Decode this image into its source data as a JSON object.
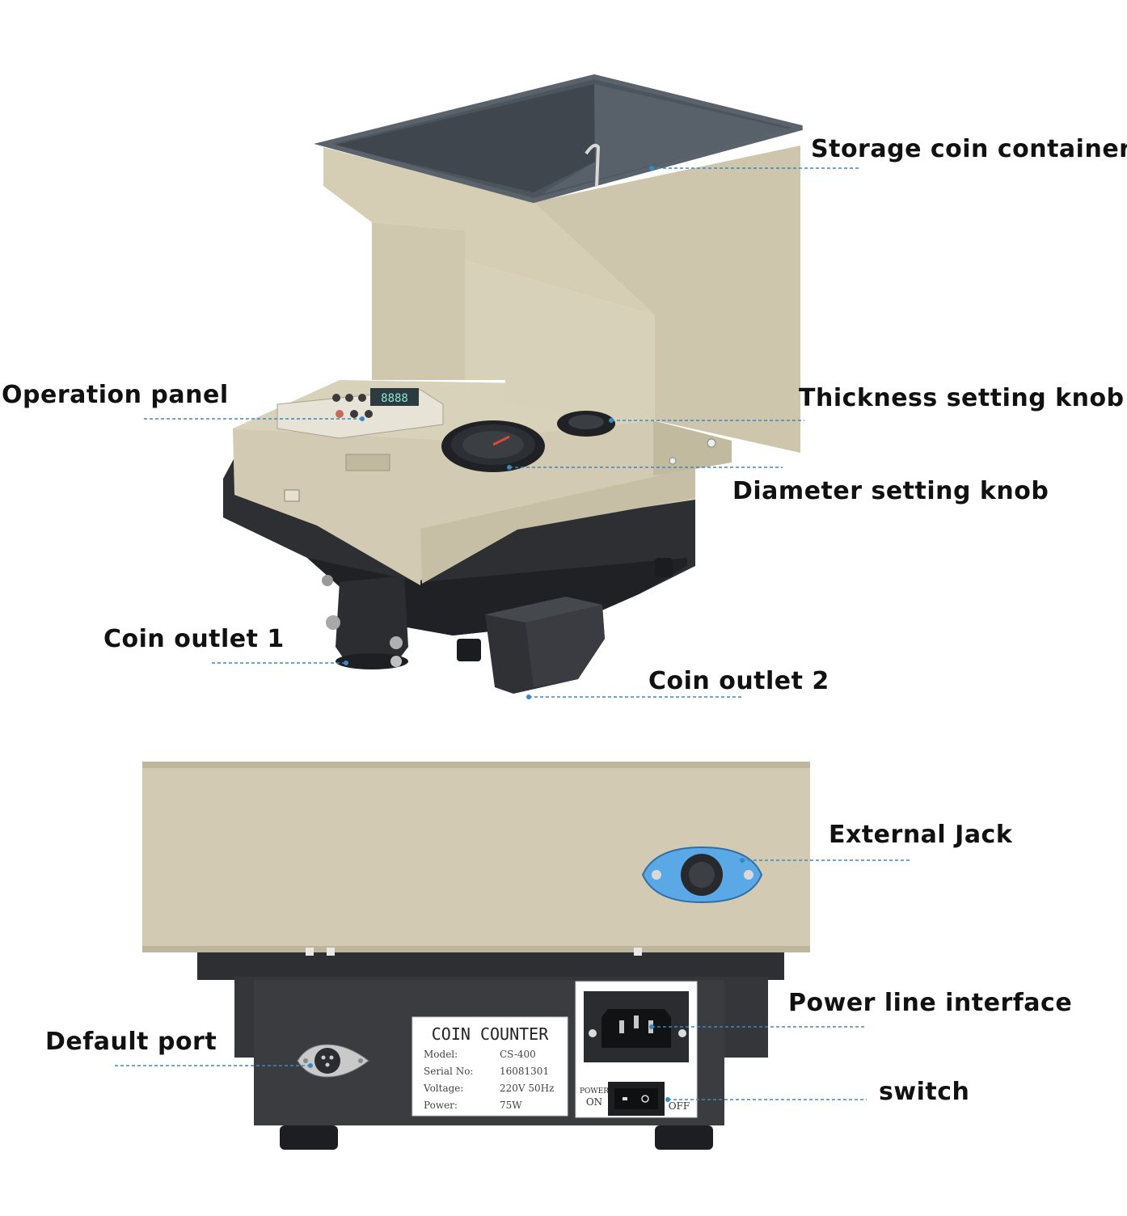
{
  "colors": {
    "housing": "#d2cab2",
    "housing_shade": "#bdb59c",
    "housing_dark": "#a69f88",
    "hopper_inner": "#4c545c",
    "base": "#2d2f33",
    "base_dark": "#1f2124",
    "leader": "#3a88c4",
    "jack_blue": "#5aa9e6",
    "label_bg": "#ffffff"
  },
  "callouts": {
    "storage": "Storage coin container",
    "operation": "Operation panel",
    "thickness": "Thickness setting knob",
    "diameter": "Diameter setting knob",
    "outlet1": "Coin outlet 1",
    "outlet2": "Coin outlet 2",
    "external": "External Jack",
    "power": "Power line interface",
    "default_port": "Default port",
    "switch": "switch"
  },
  "nameplate": {
    "title": "COIN COUNTER",
    "rows": [
      {
        "key": "Model:",
        "value": "CS-400"
      },
      {
        "key": "Serial No:",
        "value": "16081301"
      },
      {
        "key": "Voltage:",
        "value": "220V 50Hz"
      },
      {
        "key": "Power:",
        "value": "75W"
      }
    ]
  },
  "switch_labels": {
    "power_label": "POWER",
    "on": "ON",
    "off": "OFF"
  },
  "display_reading": "8888"
}
